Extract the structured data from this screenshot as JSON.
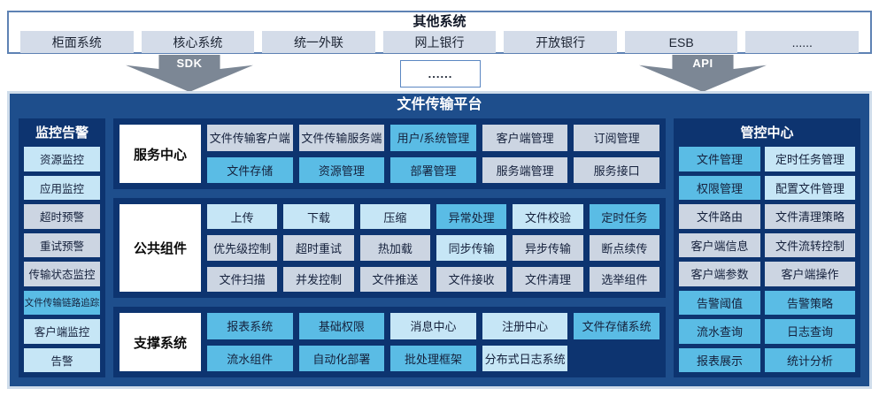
{
  "other_systems": {
    "title": "其他系统",
    "systems": [
      "柜面系统",
      "核心系统",
      "统一外联",
      "网上银行",
      "开放银行",
      "ESB",
      "......"
    ]
  },
  "connectors": {
    "sdk_label": "SDK",
    "middle_label": "......",
    "api_label": "API"
  },
  "platform": {
    "title": "文件传输平台",
    "monitor_panel": {
      "title": "监控告警",
      "items": [
        {
          "label": "资源监控",
          "tone": "light"
        },
        {
          "label": "应用监控",
          "tone": "light"
        },
        {
          "label": "超时预警",
          "tone": "gray"
        },
        {
          "label": "重试预警",
          "tone": "gray"
        },
        {
          "label": "传输状态监控",
          "tone": "gray"
        },
        {
          "label": "文件传输链路追踪",
          "tone": "cyan"
        },
        {
          "label": "客户端监控",
          "tone": "light"
        },
        {
          "label": "告警",
          "tone": "light"
        }
      ]
    },
    "blocks": [
      {
        "label": "服务中心",
        "cells": [
          {
            "label": "文件传输客户端",
            "tone": "gray"
          },
          {
            "label": "文件传输服务端",
            "tone": "gray"
          },
          {
            "label": "用户/系统管理",
            "tone": "cyan"
          },
          {
            "label": "客户端管理",
            "tone": "gray"
          },
          {
            "label": "订阅管理",
            "tone": "gray"
          },
          {
            "label": "文件存储",
            "tone": "cyan"
          },
          {
            "label": "资源管理",
            "tone": "cyan"
          },
          {
            "label": "部署管理",
            "tone": "cyan"
          },
          {
            "label": "服务端管理",
            "tone": "gray"
          },
          {
            "label": "服务接口",
            "tone": "gray"
          }
        ]
      },
      {
        "label": "公共组件",
        "cells": [
          {
            "label": "上传",
            "tone": "light"
          },
          {
            "label": "下载",
            "tone": "light"
          },
          {
            "label": "压缩",
            "tone": "light"
          },
          {
            "label": "异常处理",
            "tone": "cyan"
          },
          {
            "label": "文件校验",
            "tone": "light"
          },
          {
            "label": "定时任务",
            "tone": "cyan"
          },
          {
            "label": "优先级控制",
            "tone": "gray"
          },
          {
            "label": "超时重试",
            "tone": "gray"
          },
          {
            "label": "热加载",
            "tone": "gray"
          },
          {
            "label": "同步传输",
            "tone": "light"
          },
          {
            "label": "异步传输",
            "tone": "gray"
          },
          {
            "label": "断点续传",
            "tone": "gray"
          },
          {
            "label": "文件扫描",
            "tone": "gray"
          },
          {
            "label": "并发控制",
            "tone": "gray"
          },
          {
            "label": "文件推送",
            "tone": "gray"
          },
          {
            "label": "文件接收",
            "tone": "gray"
          },
          {
            "label": "文件清理",
            "tone": "gray"
          },
          {
            "label": "选举组件",
            "tone": "gray"
          }
        ]
      },
      {
        "label": "支撑系统",
        "cells": [
          {
            "label": "报表系统",
            "tone": "cyan"
          },
          {
            "label": "基础权限",
            "tone": "cyan"
          },
          {
            "label": "消息中心",
            "tone": "light"
          },
          {
            "label": "注册中心",
            "tone": "light"
          },
          {
            "label": "文件存储系统",
            "tone": "cyan"
          },
          {
            "label": "流水组件",
            "tone": "cyan"
          },
          {
            "label": "自动化部署",
            "tone": "cyan"
          },
          {
            "label": "批处理框架",
            "tone": "cyan"
          },
          {
            "label": "分布式日志系统",
            "tone": "light"
          },
          {
            "label": "",
            "tone": "empty"
          }
        ]
      }
    ],
    "control_panel": {
      "title": "管控中心",
      "items": [
        {
          "label": "文件管理",
          "tone": "cyan"
        },
        {
          "label": "定时任务管理",
          "tone": "light"
        },
        {
          "label": "权限管理",
          "tone": "cyan"
        },
        {
          "label": "配置文件管理",
          "tone": "light"
        },
        {
          "label": "文件路由",
          "tone": "gray"
        },
        {
          "label": "文件清理策略",
          "tone": "gray"
        },
        {
          "label": "客户端信息",
          "tone": "gray"
        },
        {
          "label": "文件流转控制",
          "tone": "gray"
        },
        {
          "label": "客户端参数",
          "tone": "gray"
        },
        {
          "label": "客户端操作",
          "tone": "gray"
        },
        {
          "label": "告警阈值",
          "tone": "cyan"
        },
        {
          "label": "告警策略",
          "tone": "cyan"
        },
        {
          "label": "流水查询",
          "tone": "cyan"
        },
        {
          "label": "日志查询",
          "tone": "cyan"
        },
        {
          "label": "报表展示",
          "tone": "cyan"
        },
        {
          "label": "统计分析",
          "tone": "cyan"
        }
      ]
    }
  },
  "palette": {
    "platform_bg": "#1e4e8c",
    "block_navy": "#0d3470",
    "cyan": "#5abce5",
    "light_blue": "#c6e6f6",
    "gray_blue": "#ccd5e2",
    "top_box_fill": "#d4dce9",
    "top_box_border": "#5e82b4",
    "arrow_gray": "#7c8795",
    "outer_border": "#cfdcea"
  }
}
